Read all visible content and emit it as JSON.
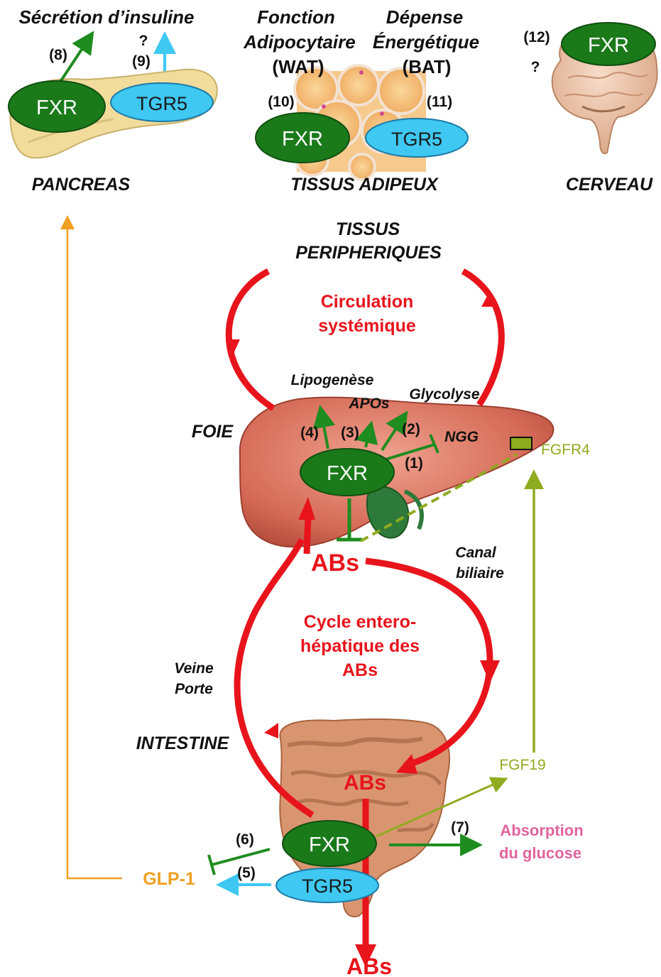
{
  "title": {
    "insulin_secretion": "Sécrétion d’insuline",
    "wat_line1": "Fonction",
    "wat_line2": "Adipocytaire",
    "wat_line3": "(WAT)",
    "bat_line1": "Dépense",
    "bat_line2": "Énergétique",
    "bat_line3": "(BAT)"
  },
  "organs": {
    "pancreas": "PANCREAS",
    "adipose": "TISSUS ADIPEUX",
    "brain": "CERVEAU",
    "peripheral_line1": "TISSUS",
    "peripheral_line2": "PERIPHERIQUES",
    "liver": "FOIE",
    "intestine": "INTESTINE"
  },
  "receptors": {
    "fxr": "FXR",
    "tgr5": "TGR5",
    "fgfr4": "FGFR4",
    "fgf19": "FGF19",
    "glp1": "GLP-1"
  },
  "numbers": {
    "n1": "(1)",
    "n2": "(2)",
    "n3": "(3)",
    "n4": "(4)",
    "n5": "(5)",
    "n6": "(6)",
    "n7": "(7)",
    "n8": "(8)",
    "n9": "(9)",
    "n10": "(10)",
    "n11": "(11)",
    "n12": "(12)",
    "question": "?"
  },
  "liver_effects": {
    "lipogenesis": "Lipogenèse",
    "apos": "APOs",
    "glycolysis": "Glycolyse",
    "ngg": "NGG"
  },
  "cycles": {
    "systemic_line1": "Circulation",
    "systemic_line2": "systémique",
    "entero_line1": "Cycle entero-",
    "entero_line2": "hépatique des",
    "entero_line3": "ABs"
  },
  "labels": {
    "abs": "ABs",
    "bile_duct_line1": "Canal",
    "bile_duct_line2": "biliaire",
    "portal_line1": "Veine",
    "portal_line2": "Porte",
    "glucose_line1": "Absorption",
    "glucose_line2": "du glucose"
  },
  "colors": {
    "fxr_green": "#1a7a1a",
    "tgr5_blue": "#3ec8f2",
    "cycle_red": "#e8141c",
    "fgf_olive": "#8fab1f",
    "glp1_orange": "#f0a020",
    "glucose_pink": "#e0649e",
    "liver": "#d9725f",
    "pancreas": "#f1dc9c",
    "intestine": "#d99570"
  }
}
